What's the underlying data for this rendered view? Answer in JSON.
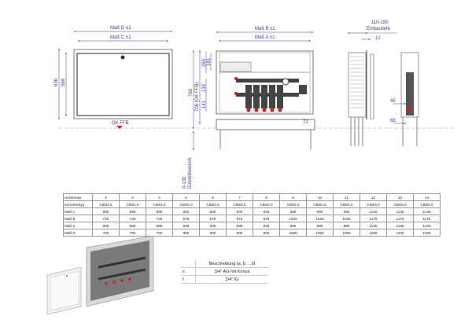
{
  "front_view": {
    "dim_d": "Maß D",
    "dim_d_sub": "±1",
    "dim_c": "Maß C",
    "dim_c_sub": "±1",
    "height_outer": "636",
    "height_inner": "568",
    "floor_label": "OK FFB"
  },
  "open_view": {
    "dim_b": "Maß B",
    "dim_b_sub": "±1",
    "dim_a": "Maß A",
    "dim_a_sub": "±1",
    "h_total": "760",
    "h_ffb": "706 (OK FFB)",
    "h_285": "285",
    "h_181": "181",
    "h_133": "133",
    "h_141": "141",
    "w_72": "72",
    "adjust_range": "0-130",
    "adjust_label": "Einstellbereich"
  },
  "side_view": {
    "depth_range": "110-150",
    "depth_label": "Einbautiefe",
    "frame": "12",
    "d45": "45",
    "d68": "68"
  },
  "spec_table": {
    "headers": [
      "Heizkreise",
      "2",
      "3",
      "4",
      "5",
      "6",
      "7",
      "8",
      "9",
      "10",
      "11",
      "12",
      "13",
      "14"
    ],
    "rows": [
      [
        "Schrankstyp",
        "C69/1,5",
        "C69/1,5",
        "C69/1,5",
        "C69/2,0",
        "C69/2,0",
        "C69/2,0",
        "C69/2,0",
        "C69/2,5",
        "C69/2,5",
        "C69/2,5",
        "C69/3,0",
        "C69/3,0",
        "C69/3,0"
      ],
      [
        "Maß A",
        "690",
        "690",
        "690",
        "840",
        "840",
        "840",
        "840",
        "990",
        "990",
        "990",
        "1140",
        "1140",
        "1140"
      ],
      [
        "Maß B",
        "725",
        "725",
        "725",
        "875",
        "875",
        "875",
        "875",
        "1025",
        "1025",
        "1025",
        "1175",
        "1175",
        "1175"
      ],
      [
        "Maß C",
        "680",
        "680",
        "680",
        "830",
        "830",
        "830",
        "830",
        "980",
        "980",
        "980",
        "1130",
        "1130",
        "1130"
      ],
      [
        "Maß D",
        "750",
        "750",
        "750",
        "900",
        "900",
        "900",
        "900",
        "1050",
        "1050",
        "1050",
        "1200",
        "1200",
        "1200"
      ]
    ]
  },
  "connection_table": {
    "header": "Beschreibung (a; b; ...)II",
    "rows": [
      {
        "key": "s",
        "value": "3/4\" AG mit Konus"
      },
      {
        "key": "f",
        "value": "3/4\" IG"
      }
    ]
  },
  "colors": {
    "dimension": "#3a3aa0",
    "accent": "#d02020",
    "line": "#444444"
  }
}
